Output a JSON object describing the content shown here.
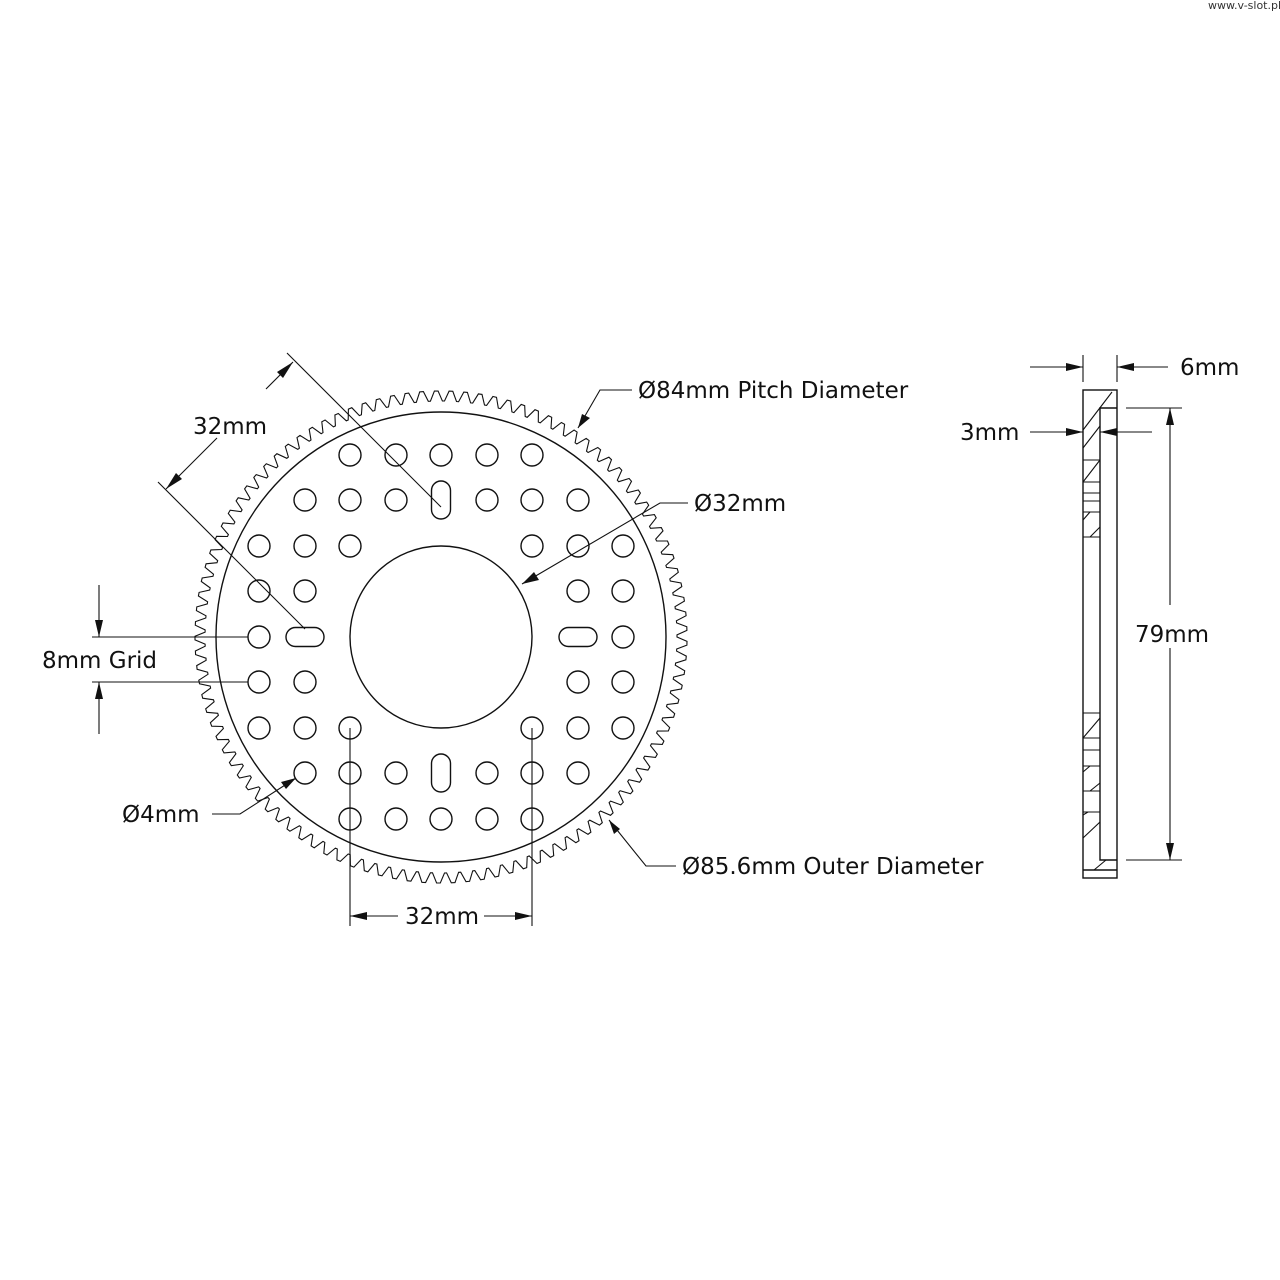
{
  "watermark": "www.v-slot.pl",
  "labels": {
    "pitch_diameter": "Ø84mm Pitch Diameter",
    "bore": "Ø32mm",
    "outer_diameter": "Ø85.6mm Outer Diameter",
    "hole": "Ø4mm",
    "grid": "8mm Grid",
    "diag_32": "32mm",
    "horiz_32": "32mm",
    "thickness": "6mm",
    "step": "3mm",
    "height": "79mm"
  }
}
